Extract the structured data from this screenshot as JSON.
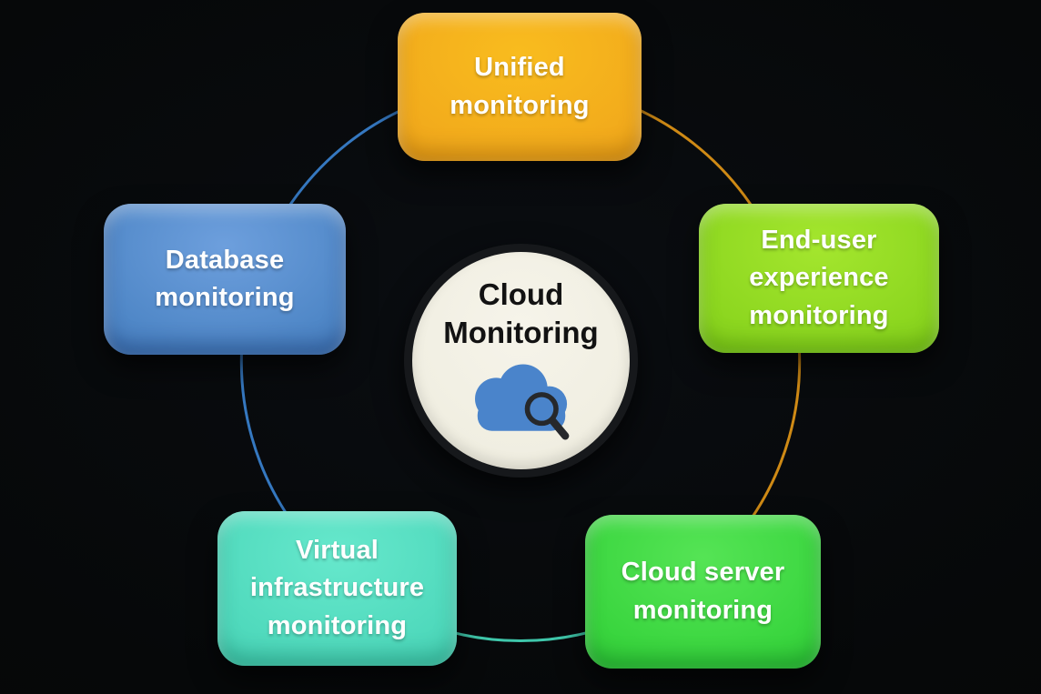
{
  "diagram": {
    "title": "Cloud Monitoring",
    "center": {
      "title_line1": "Cloud",
      "title_line2": "Monitoring",
      "icon": "cloud-with-magnifier-icon",
      "circle_fill": "#f0eee1",
      "ring_color": "#16181b",
      "text_color": "#121212",
      "cloud_color": "#4a84cb",
      "magnifier_color": "#26282b"
    },
    "nodes": [
      {
        "id": "unified",
        "label": "Unified monitoring",
        "position": "top",
        "color": "#f2ab1c"
      },
      {
        "id": "end-user",
        "label": "End-user experience monitoring",
        "position": "right",
        "color": "#8cd61f"
      },
      {
        "id": "cloud-server",
        "label": "Cloud server monitoring",
        "position": "bottom-right",
        "color": "#39d53e"
      },
      {
        "id": "virtual-infrastructure",
        "label": "Virtual infrastructure monitoring",
        "position": "bottom-left",
        "color": "#4fd9bc"
      },
      {
        "id": "database",
        "label": "Database monitoring",
        "position": "left",
        "color": "#4f87c7"
      }
    ],
    "connector": {
      "shape": "circle",
      "arc_colors": {
        "top_right_and_right": "#cf8a15",
        "bottom": "#3fc7ab",
        "left_and_top_left": "#3578c0"
      }
    },
    "background_color": "#060809",
    "label_text_color": "#ffffff"
  }
}
